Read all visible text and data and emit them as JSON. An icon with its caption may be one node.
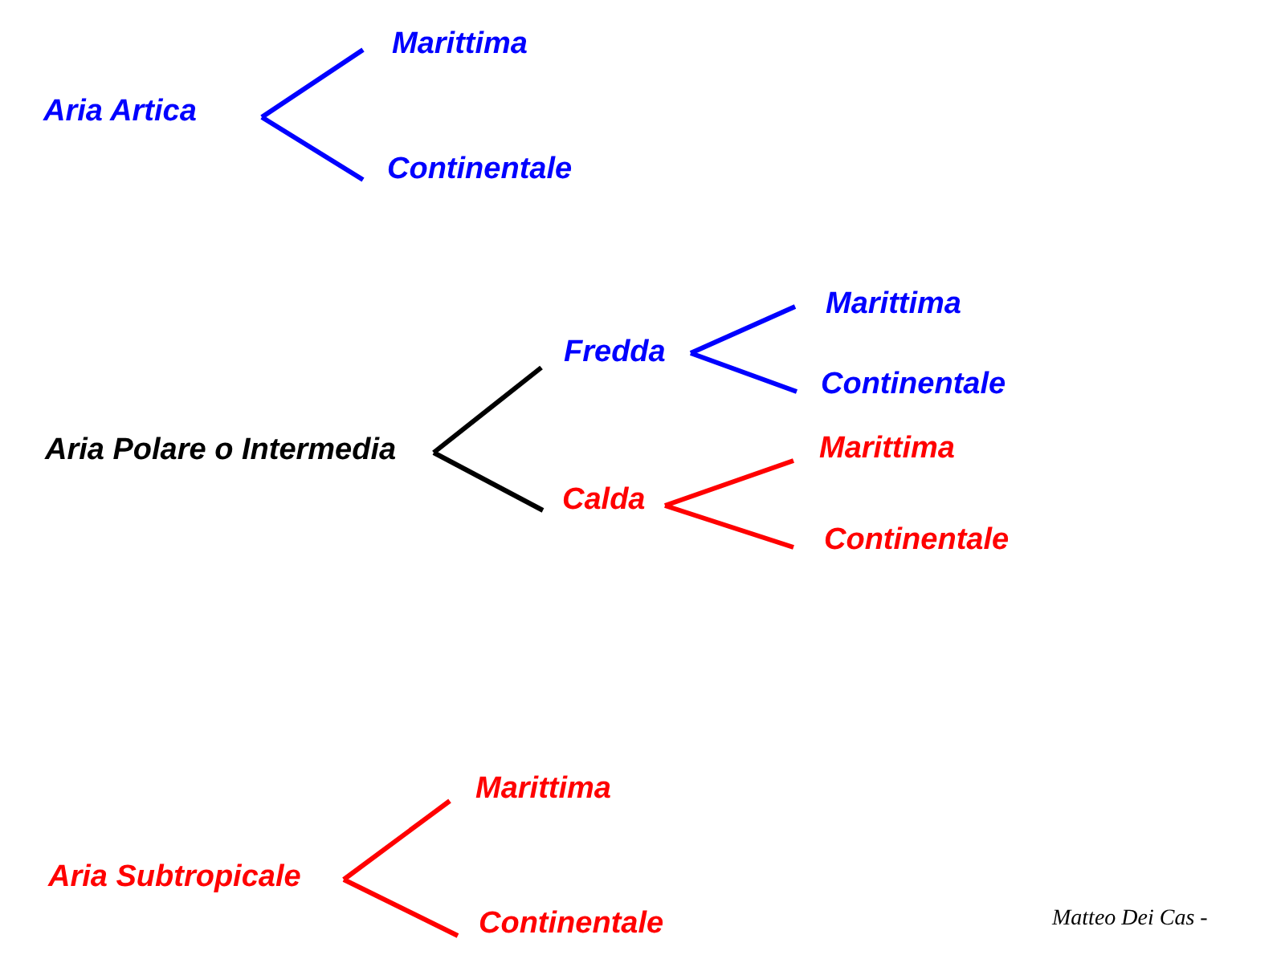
{
  "diagram": {
    "nodes": [
      {
        "text": [
          "Aria Artica"
        ]
      },
      {
        "text": [
          "Marittima"
        ]
      },
      {
        "text": [
          "Continentale"
        ]
      },
      {
        "text": [
          "Aria Polare o Intermedia"
        ]
      },
      {
        "text": [
          "Fredda"
        ]
      },
      {
        "text": [
          "Calda"
        ]
      },
      {
        "text": [
          "Marittima"
        ]
      },
      {
        "text": [
          "Continentale"
        ]
      },
      {
        "text": [
          "Marittima"
        ]
      },
      {
        "text": [
          "Continentale"
        ]
      },
      {
        "text": [
          "Aria Subtropicale"
        ]
      },
      {
        "text": [
          "Marittima"
        ]
      },
      {
        "text": [
          "Continentale"
        ]
      }
    ],
    "edges": [
      {
        "from": 0,
        "to": 1,
        "arrow": "none",
        "color": "#0000ff"
      },
      {
        "from": 0,
        "to": 2,
        "arrow": "none",
        "color": "#0000ff"
      },
      {
        "from": 3,
        "to": 4,
        "arrow": "none",
        "color": "#000000"
      },
      {
        "from": 3,
        "to": 5,
        "arrow": "none",
        "color": "#000000"
      },
      {
        "from": 4,
        "to": 6,
        "arrow": "none",
        "color": "#0000ff"
      },
      {
        "from": 4,
        "to": 7,
        "arrow": "none",
        "color": "#0000ff"
      },
      {
        "from": 5,
        "to": 8,
        "arrow": "none",
        "color": "#ff0000"
      },
      {
        "from": 5,
        "to": 9,
        "arrow": "none",
        "color": "#ff0000"
      },
      {
        "from": 10,
        "to": 11,
        "arrow": "none",
        "color": "#ff0000"
      },
      {
        "from": 10,
        "to": 12,
        "arrow": "none",
        "color": "#ff0000"
      }
    ],
    "labels": [
      "Matteo Dei Cas -"
    ]
  }
}
